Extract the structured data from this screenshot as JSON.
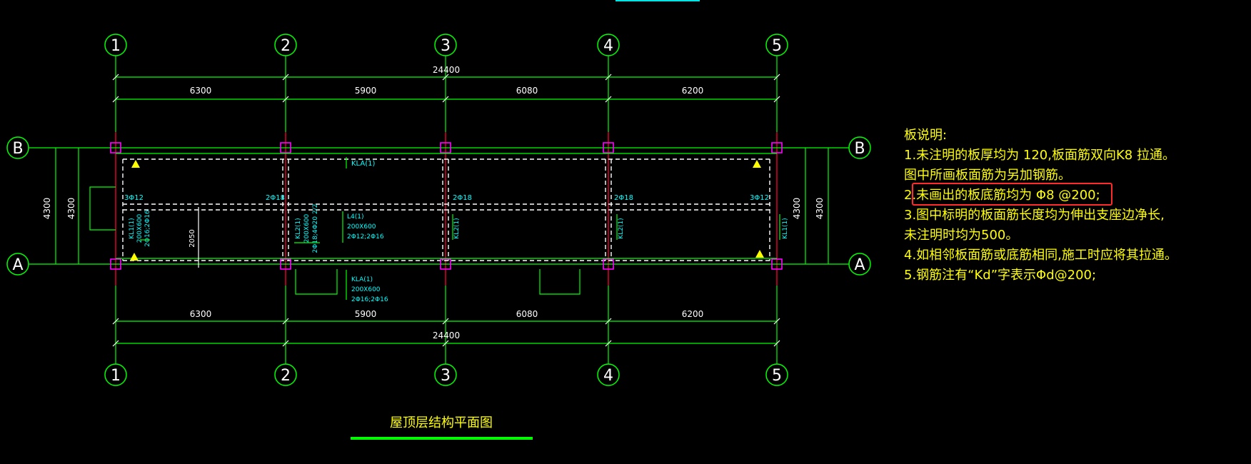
{
  "drawing": {
    "title": "屋顶层结构平面图",
    "axes_x": [
      "1",
      "2",
      "3",
      "4",
      "5"
    ],
    "axes_y": [
      "B",
      "A"
    ],
    "spans": [
      "6300",
      "5900",
      "6080",
      "6200"
    ],
    "total": "24400",
    "depth": "4300",
    "opening_dim": "2050",
    "beams": {
      "kla_top": "KLA(1)",
      "kla_bottom": [
        "KLA(1)",
        "200X600",
        "2Φ16;2Φ16"
      ],
      "kl1": [
        "KL1(1)",
        "200X600",
        "2Φ16;2Φ16"
      ],
      "kl2_left": [
        "KL2(1)",
        "200X600",
        "2Φ18;4Φ20 2/2"
      ],
      "l4": [
        "L4(1)",
        "200X600",
        "2Φ12;2Φ16"
      ],
      "kl2_mid1": "KL2(1)",
      "kl2_mid2": "KL2(1)",
      "kl1_right": "KL1(1)"
    },
    "bars": {
      "b1": "3Φ12",
      "b2": "2Φ18",
      "b3": "2Φ18",
      "b4": "2Φ18",
      "b5": "3Φ12"
    }
  },
  "notes": {
    "heading": "板说明:",
    "items": [
      "1.未注明的板厚均为 120,板面筋双向K8 拉通。",
      "   图中所画板面筋为另加钢筋。",
      "2.未画出的板底筋均为 Φ8 @200;",
      "3.图中标明的板面筋长度均为伸出支座边净长,",
      "   未注明时均为500。",
      "4.如相邻板面筋或底筋相同,施工时应将其拉通。",
      "5.钢筋注有“Kd”字表示Φd@200;"
    ]
  },
  "colors": {
    "background": "#000000",
    "grid": "#00ff00",
    "column_line": "#ff0033",
    "column_box": "#ff00ff",
    "dim_text": "#ffffff",
    "label_cyan": "#00ffff",
    "notes_yellow": "#ffff00",
    "highlight_red": "#ff2a2a"
  }
}
